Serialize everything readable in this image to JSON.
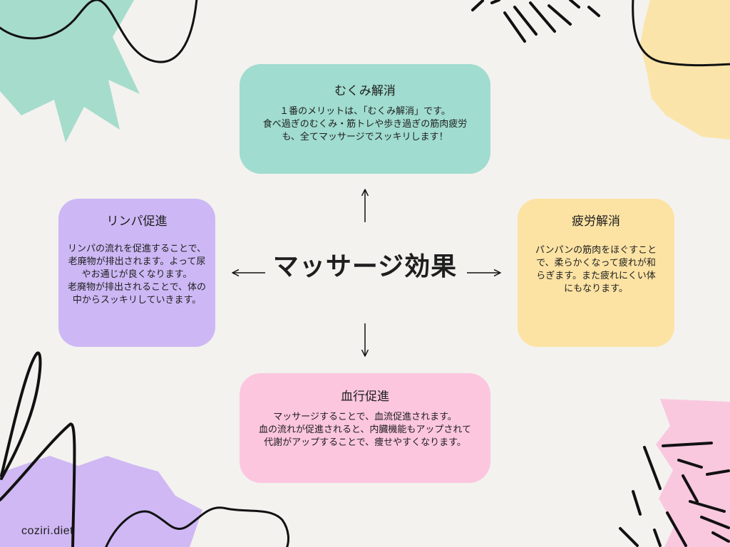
{
  "title": "マッサージ効果",
  "cards": {
    "top": {
      "title": "むくみ解消",
      "lines": [
        "１番のメリットは、「むくみ解消」です。",
        "食べ過ぎのむくみ・筋トレや歩き過ぎの筋肉疲労",
        "も、全てマッサージでスッキリします！"
      ]
    },
    "left": {
      "title": "リンパ促進",
      "lines": [
        "リンパの流れを促進することで、",
        "老廃物が排出されます。よって尿",
        "やお通じが良くなります。",
        "老廃物が排出されることで、体の",
        "中からスッキリしていきます。"
      ]
    },
    "right": {
      "title": "疲労解消",
      "lines": [
        "パンパンの筋肉をほぐすこと",
        "で、柔らかくなって疲れが和",
        "らぎます。また疲れにくい体",
        "にもなります。"
      ]
    },
    "bottom": {
      "title": "血行促進",
      "lines": [
        "マッサージすることで、血流促進されます。",
        "血の流れが促進されると、内臓機能もアップされて",
        "代謝がアップすることで、痩せやすくなります。"
      ]
    }
  },
  "brand": "coziri.diet",
  "colors": {
    "background": "#f3f2ef",
    "text": "#1e1e1e",
    "ink": "#111111",
    "card_top": "#a0dccf",
    "card_left": "#cdb8f5",
    "card_right": "#fce3a4",
    "card_bottom": "#fcc6df",
    "deco_teal": "#a6dccc",
    "deco_yellow": "#fbe4a9",
    "deco_purple": "#cfb8f3",
    "deco_pink": "#f9c8df"
  }
}
